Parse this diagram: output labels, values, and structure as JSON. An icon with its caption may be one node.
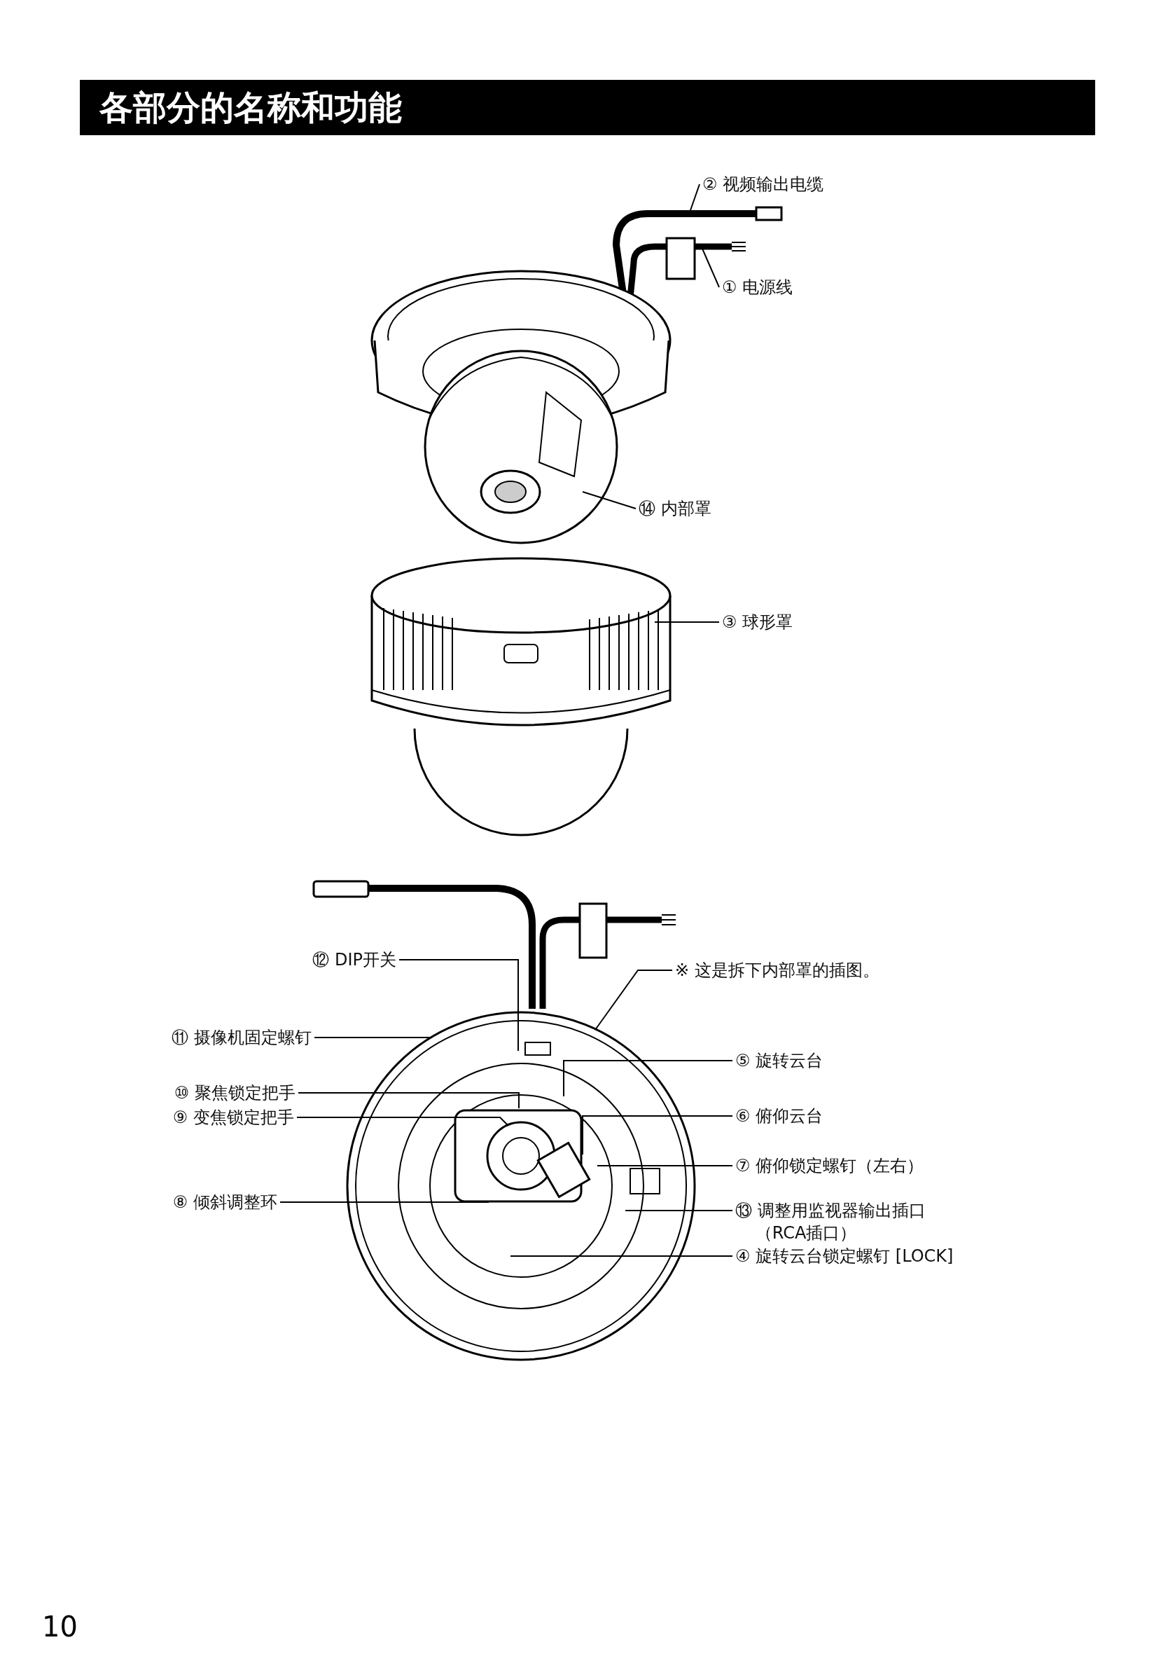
{
  "diagram": {
    "title": "各部分的名称和功能",
    "nodes": [
      {
        "text": [
          "② 视频输出电缆"
        ]
      },
      {
        "text": [
          "① 电源线"
        ]
      },
      {
        "text": [
          "⑭ 内部罩"
        ]
      },
      {
        "text": [
          "③ 球形罩"
        ]
      },
      {
        "text": [
          "⑫ DIP开关"
        ]
      },
      {
        "text": [
          "※ 这是拆下内部罩的插图。"
        ]
      },
      {
        "text": [
          "⑪ 摄像机固定螺钉"
        ]
      },
      {
        "text": [
          "⑤ 旋转云台"
        ]
      },
      {
        "text": [
          "⑩ 聚焦锁定把手"
        ]
      },
      {
        "text": [
          "⑥ 俯仰云台"
        ]
      },
      {
        "text": [
          "⑨ 变焦锁定把手"
        ]
      },
      {
        "text": [
          "⑦ 俯仰锁定螺钉（左右）"
        ]
      },
      {
        "text": [
          "⑧ 倾斜调整环"
        ]
      },
      {
        "text": [
          "⑬ 调整用监视器输出插口（RCA插口）"
        ]
      },
      {
        "text": [
          "④ 旋转云台锁定螺钉 [LOCK]"
        ]
      }
    ],
    "edges": [
      {
        "from": 0,
        "to": null,
        "arrow": "none"
      },
      {
        "from": 1,
        "to": null,
        "arrow": "none"
      },
      {
        "from": 2,
        "to": null,
        "arrow": "none"
      },
      {
        "from": 3,
        "to": null,
        "arrow": "none"
      },
      {
        "from": 4,
        "to": null,
        "arrow": "none"
      },
      {
        "from": 5,
        "to": null,
        "arrow": "none"
      },
      {
        "from": 6,
        "to": null,
        "arrow": "none"
      },
      {
        "from": 7,
        "to": null,
        "arrow": "none"
      },
      {
        "from": 8,
        "to": null,
        "arrow": "none"
      },
      {
        "from": 9,
        "to": null,
        "arrow": "none"
      },
      {
        "from": 10,
        "to": null,
        "arrow": "none"
      },
      {
        "from": 11,
        "to": null,
        "arrow": "none"
      },
      {
        "from": 12,
        "to": null,
        "arrow": "none"
      },
      {
        "from": 13,
        "to": null,
        "arrow": "none"
      },
      {
        "from": 14,
        "to": null,
        "arrow": "none"
      }
    ],
    "labels": [
      "10"
    ]
  }
}
